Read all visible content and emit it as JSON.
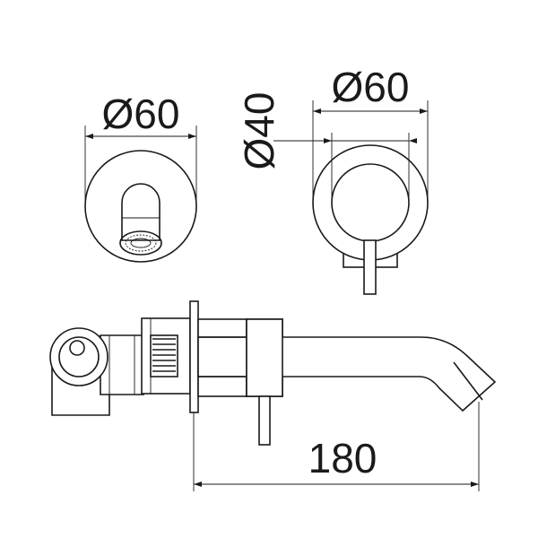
{
  "dimensions": {
    "front_plate_diameter": "Ø60",
    "side_plate_outer_diameter": "Ø60",
    "side_plate_inner_diameter": "Ø40",
    "spout_length": "180"
  },
  "colors": {
    "line": "#1a1a1a",
    "background": "#ffffff"
  }
}
